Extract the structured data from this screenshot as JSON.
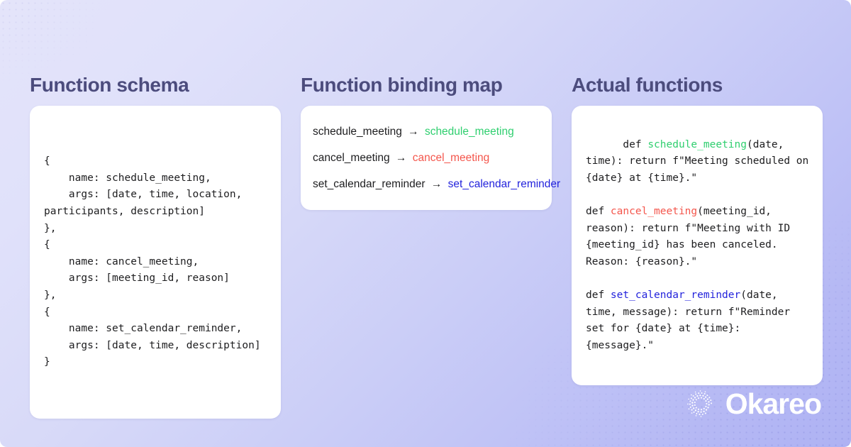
{
  "brand": {
    "name": "Okareo",
    "logo_icon": "okareo-dot-ring-icon",
    "accent_green": "#2fcf6f",
    "accent_red": "#f4564c",
    "accent_blue": "#2323dc",
    "title_color": "#4c4c7d",
    "bg_from": "#e4e4fa",
    "bg_to": "#aeb2f3"
  },
  "columns": {
    "schema": {
      "title": "Function schema",
      "code_lines": [
        "{",
        "    name: schedule_meeting,",
        "    args: [date, time, location, participants, description]",
        "},",
        "{",
        "    name: cancel_meeting,",
        "    args: [meeting_id, reason]",
        "},",
        "{",
        "    name: set_calendar_reminder,",
        "    args: [date, time, description]",
        "}"
      ]
    },
    "binding_map": {
      "title": "Function binding map",
      "arrow": "→",
      "rows": [
        {
          "source": "schedule_meeting",
          "target": "schedule_meeting",
          "color": "#2fcf6f"
        },
        {
          "source": "cancel_meeting",
          "target": "cancel_meeting",
          "color": "#f4564c"
        },
        {
          "source": "set_calendar_reminder",
          "target": "set_calendar_reminder",
          "color": "#2323dc"
        }
      ]
    },
    "functions": {
      "title": "Actual functions",
      "blocks": [
        {
          "keyword": "def ",
          "name": "schedule_meeting",
          "color": "#2fcf6f",
          "body": "(date, time): return f\"Meeting scheduled on {date} at {time}.\""
        },
        {
          "keyword": "def ",
          "name": "cancel_meeting",
          "color": "#f4564c",
          "body": "(meeting_id, reason): return f\"Meeting with ID {meeting_id} has been canceled. Reason: {reason}.\""
        },
        {
          "keyword": "def ",
          "name": "set_calendar_reminder",
          "color": "#2323dc",
          "body": "(date, time, message): return f\"Reminder set for {date} at {time}: {message}.\""
        }
      ]
    }
  }
}
